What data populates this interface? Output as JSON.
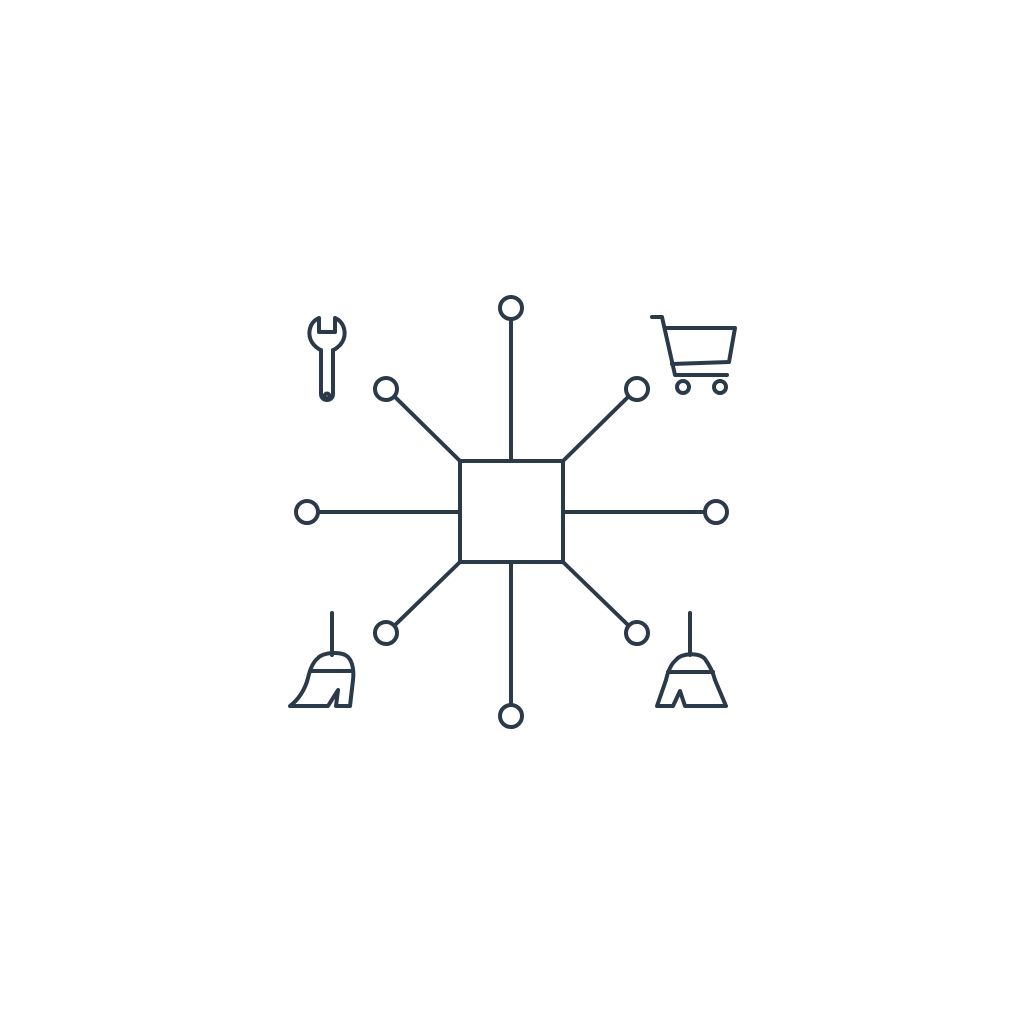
{
  "colors": {
    "background": "#ffffff",
    "stroke": "#2b3a48"
  },
  "hub": {
    "name": "central-square-node"
  },
  "spokes": [
    {
      "name": "spoke-north"
    },
    {
      "name": "spoke-northeast"
    },
    {
      "name": "spoke-east"
    },
    {
      "name": "spoke-southeast"
    },
    {
      "name": "spoke-south"
    },
    {
      "name": "spoke-southwest"
    },
    {
      "name": "spoke-west"
    },
    {
      "name": "spoke-northwest"
    }
  ],
  "icons": [
    {
      "name": "wrench-icon"
    },
    {
      "name": "shopping-cart-icon"
    },
    {
      "name": "broom-icon"
    },
    {
      "name": "broom-icon"
    }
  ]
}
